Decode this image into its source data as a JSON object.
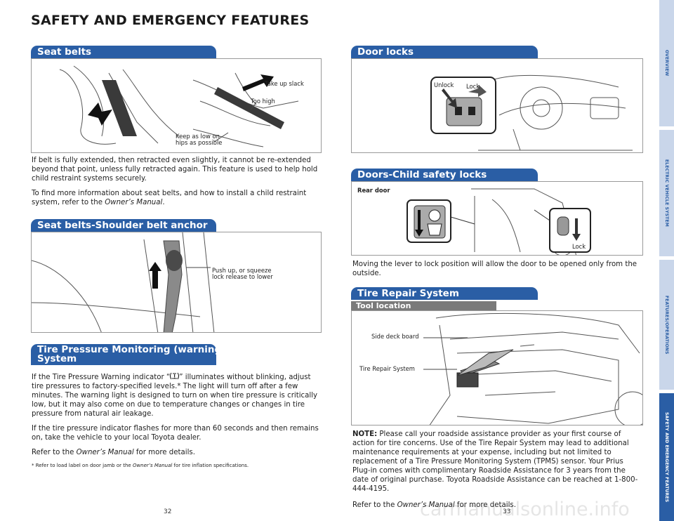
{
  "page_title": "SAFETY AND EMERGENCY FEATURES",
  "left": {
    "seat_belts": {
      "heading": "Seat belts",
      "callouts": {
        "take_up": "Take up slack",
        "too_high": "Too high",
        "keep_low": "Keep as low on\nhips as possible"
      },
      "para1": "If belt is fully extended, then retracted even slightly, it cannot be re-extended beyond that point, unless fully retracted again. This feature is used to help hold child restraint systems securely.",
      "para2_pre": "To find more information about seat belts, and how to install a child restraint system, refer to the ",
      "para2_ital": "Owner’s Manual",
      "para2_post": "."
    },
    "shoulder_anchor": {
      "heading": "Seat belts-Shoulder belt anchor",
      "callout": "Push up, or squeeze\nlock release to lower"
    },
    "tpms": {
      "heading": "Tire Pressure Monitoring (warning)\nSystem",
      "para1_pre": "If the Tire Pressure Warning indicator “",
      "para1_post": "” illuminates without blinking, adjust tire pressures to factory-specified levels.* The light will turn off after a few minutes. The warning light is designed to turn on when tire pressure is critically low, but it may also come on due to temperature changes or changes in tire pressure from natural air leakage.",
      "para2": "If the tire pressure indicator flashes for more than 60 seconds and then remains on, take the vehicle to your local Toyota dealer.",
      "para3_pre": "Refer to the ",
      "para3_ital": "Owner’s Manual",
      "para3_post": " for more details.",
      "footnote_pre": "* Refer to load label on door jamb or the ",
      "footnote_ital": "Owner’s Manual",
      "footnote_post": " for tire inflation specifications."
    },
    "page_number": "32"
  },
  "right": {
    "door_locks": {
      "heading": "Door locks",
      "unlock": "Unlock",
      "lock": "Lock"
    },
    "child_locks": {
      "heading": "Doors-Child safety locks",
      "rear_door": "Rear door",
      "lock": "Lock",
      "para": "Moving the lever to lock position will allow the door to be opened only from the outside."
    },
    "tire_repair": {
      "heading": "Tire Repair System",
      "subheading": "Tool location",
      "side_deck": "Side deck board",
      "repair_system": "Tire Repair System",
      "note_label": "NOTE:",
      "note_text": " Please call your roadside assistance provider as your first course of action for tire concerns.  Use of the Tire Repair System may lead to additional maintenance requirements at your expense, including but not limited to replacement of a Tire Pressure Monitoring System (TPMS) sensor. Your Prius Plug-in comes with complimentary Roadside Assistance for 3 years from the date of original purchase. Toyota Roadside Assistance can be reached at 1-800-444-4195.",
      "refer_pre": "Refer to the ",
      "refer_ital": "Owner’s Manual",
      "refer_post": " for more details."
    },
    "page_number": "33"
  },
  "side_tabs": [
    "OVERVIEW",
    "ELECTRIC VEHICLE SYSTEM",
    "FEATURES/OPERATIONS",
    "SAFETY AND EMERGENCY FEATURES"
  ],
  "watermark": "carmanualsonline.info",
  "colors": {
    "accent": "#2a5ea5",
    "tab_light": "#c9d6ea",
    "sub_bar": "#7a7a7a"
  }
}
